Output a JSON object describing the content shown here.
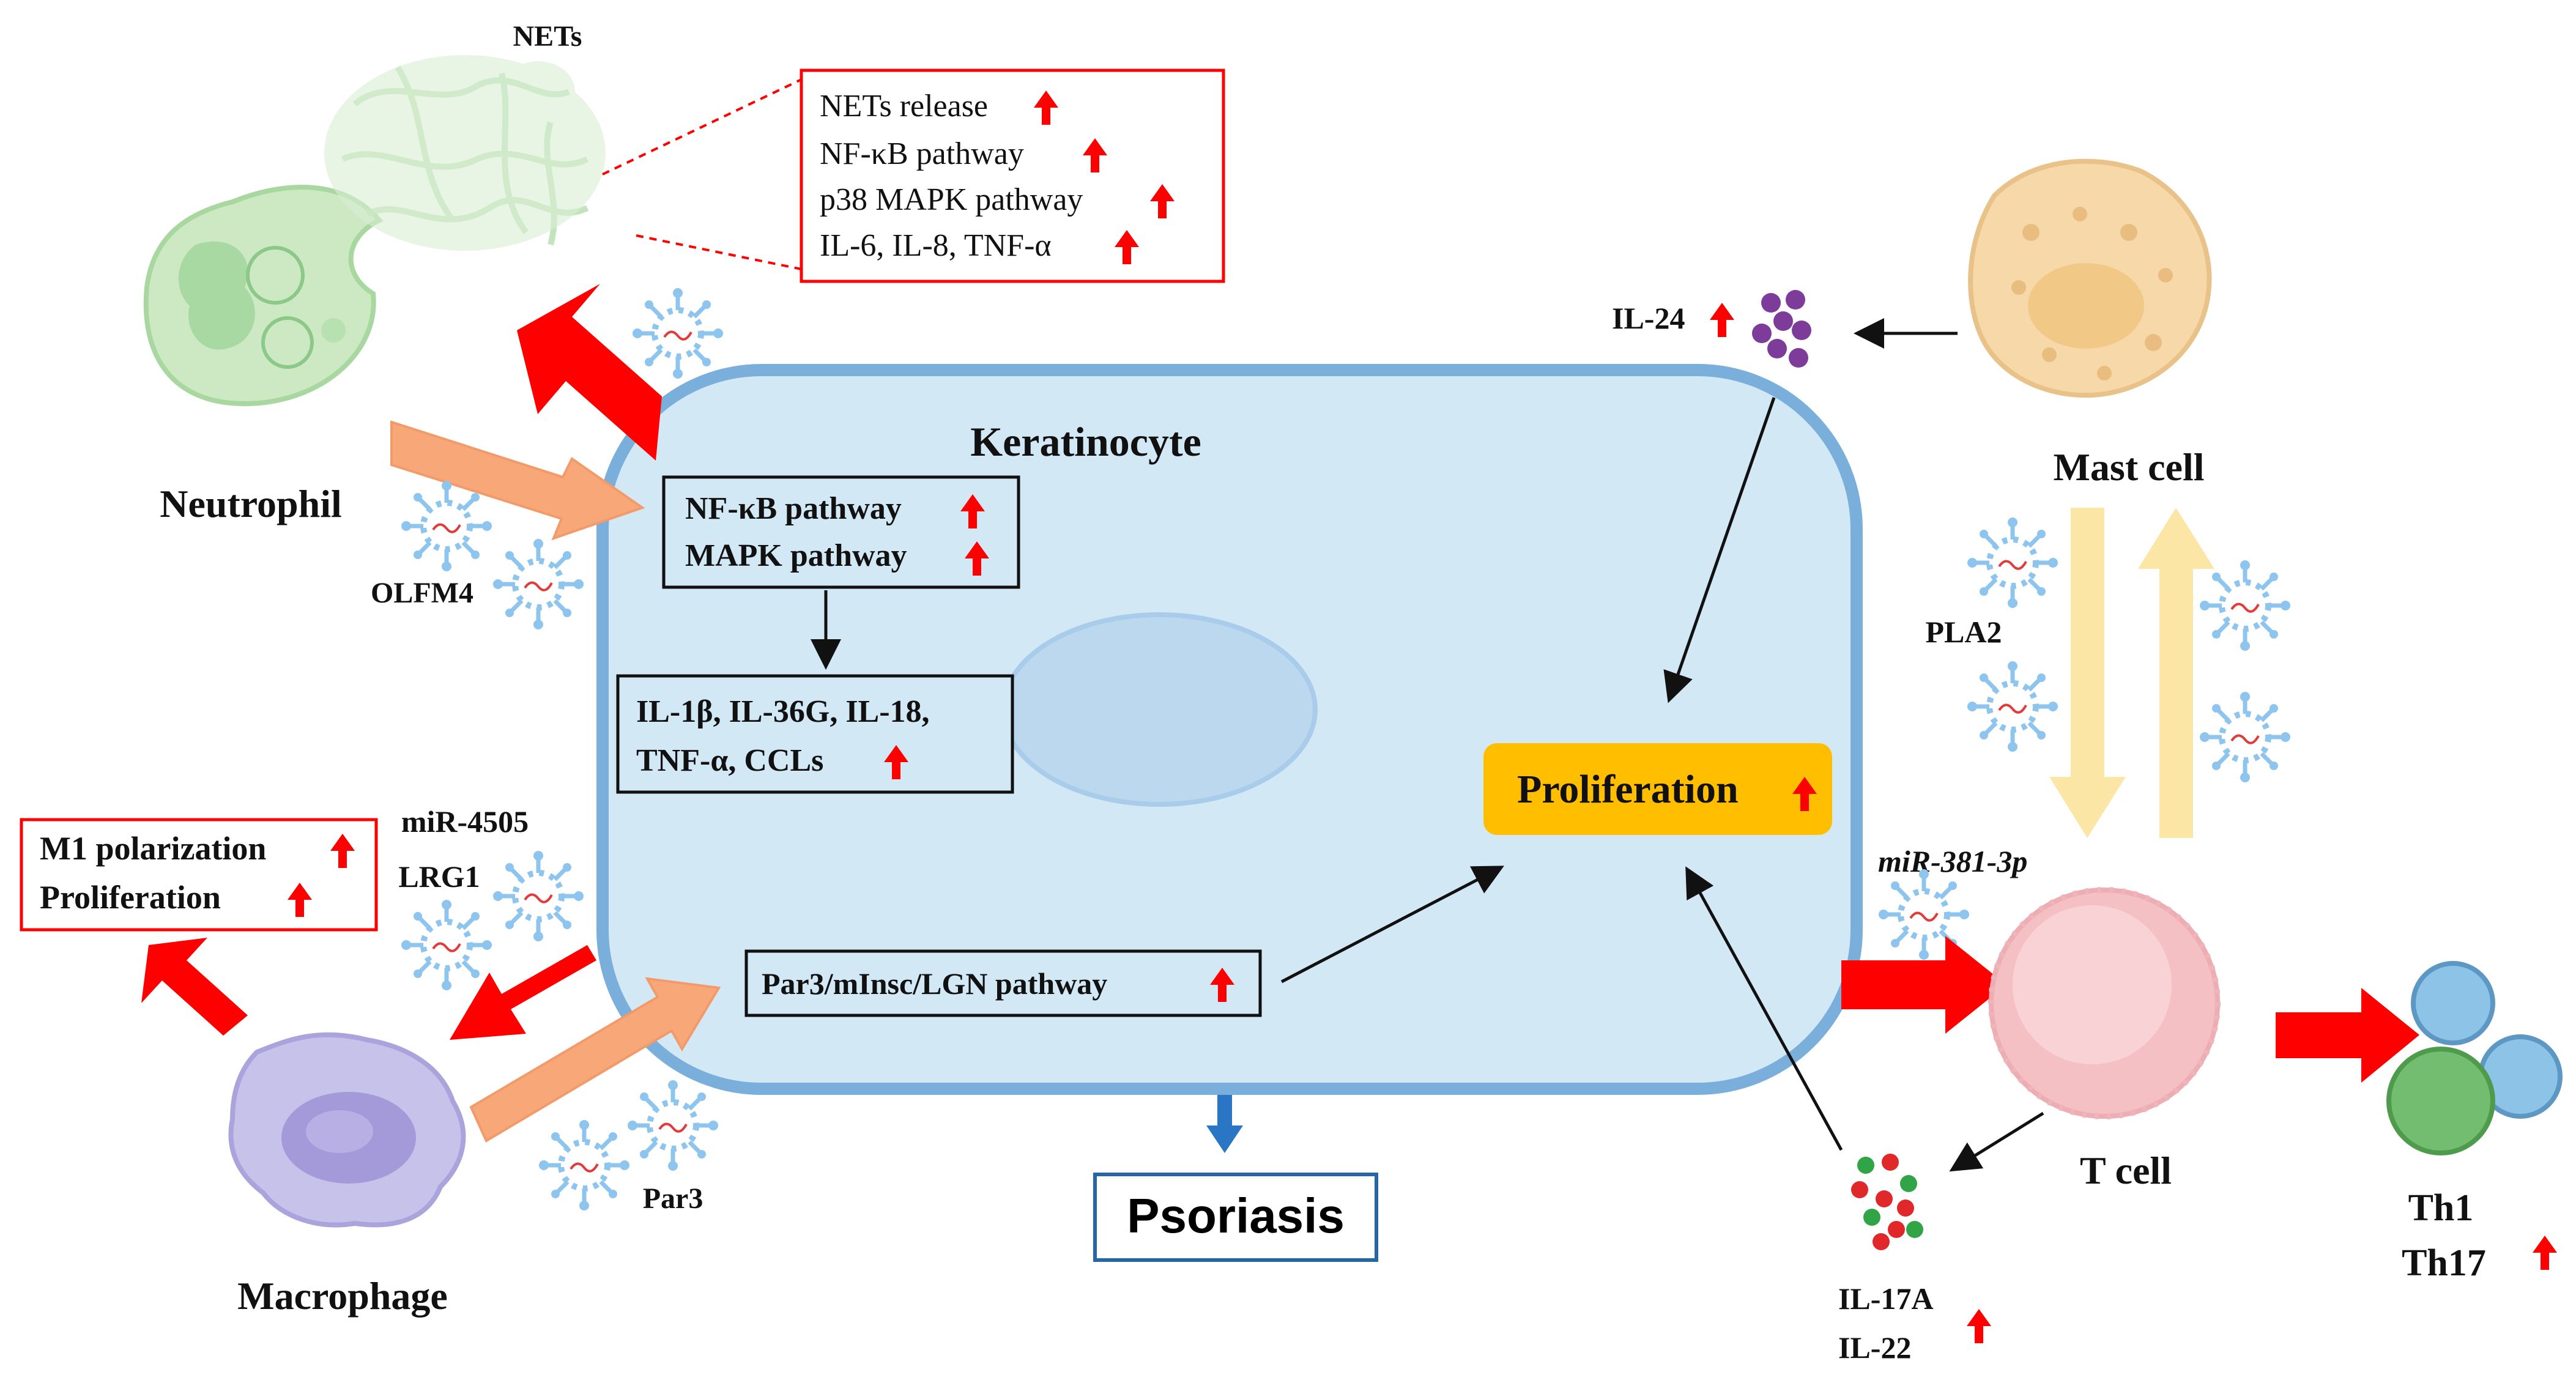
{
  "colors": {
    "red": "#ff0000",
    "orange": "#f8a878",
    "cell_fill": "#d3e8f5",
    "cell_stroke": "#7aaedb",
    "proliferation_fill": "#ffbe00",
    "yellow_arrow": "#fbe6a6",
    "psoriasis_arrow": "#2a76c4",
    "neutrophil": "#cce9c4",
    "macrophage": "#c7c2ea",
    "tcell": "#f5c0c4",
    "mast_cell": "#f7d9a9",
    "th_blue": "#8cc3e6",
    "th_green": "#72bd6f",
    "il24_dots": "#7d3c99",
    "il17_red": "#e0282a",
    "il17_green": "#31a447",
    "protein_icon": "#8ec5ee"
  },
  "labels": {
    "nets": "NETs",
    "neutrophil": "Neutrophil",
    "olfm4": "OLFM4",
    "keratinocyte": "Keratinocyte",
    "mast_cell": "Mast cell",
    "il24": "IL-24",
    "pla2": "PLA2",
    "mir381": "miR-381-3p",
    "mir4505": "miR-4505",
    "lrg1": "LRG1",
    "macrophage": "Macrophage",
    "par3": "Par3",
    "t_cell": "T cell",
    "il17a": "IL-17A",
    "il22": "IL-22",
    "th1": "Th1",
    "th17": "Th17",
    "psoriasis": "Psoriasis",
    "proliferation": "Proliferation"
  },
  "nets_box": {
    "lines": [
      "NETs release",
      "NF-κB pathway",
      "p38 MAPK pathway",
      "IL-6, IL-8, TNF-α"
    ]
  },
  "pathway_box": {
    "lines": [
      "NF-κB pathway",
      "MAPK pathway"
    ]
  },
  "cytokine_box": {
    "lines": [
      "IL-1β, IL-36G, IL-18,",
      "TNF-α, CCLs"
    ]
  },
  "macrophage_box": {
    "lines": [
      "M1 polarization",
      "Proliferation"
    ]
  },
  "par3_box": {
    "text": "Par3/mInsc/LGN pathway"
  }
}
